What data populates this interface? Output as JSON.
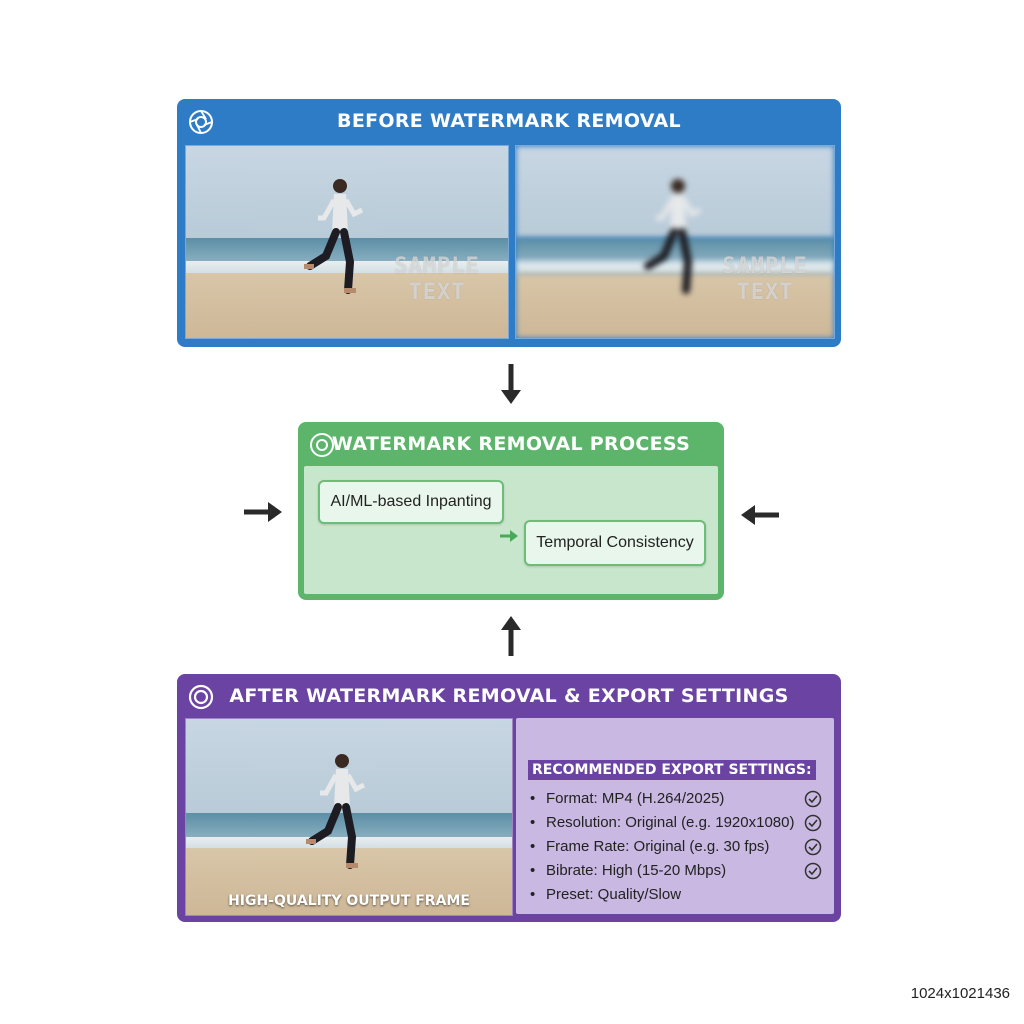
{
  "before_panel": {
    "title": "BEFORE WATERMARK REMOVAL",
    "watermark_line1": "SAMPLE",
    "watermark_line2": "TEXT"
  },
  "process_panel": {
    "title": "WATERMARK REMOVAL PROCESS",
    "step1": "AI/ML-based Inpanting",
    "step2": "Temporal Consistency"
  },
  "after_panel": {
    "title": "AFTER WATERMARK REMOVAL & EXPORT SETTINGS",
    "caption": "HIGH-QUALITY OUTPUT FRAME",
    "settings_title": "RECOMMENDED EXPORT SETTINGS:",
    "settings": [
      {
        "text": "Format: MP4 (H.264/2025)",
        "checked": true
      },
      {
        "text": "Resolution: Original (e.g. 1920x1080)",
        "checked": true
      },
      {
        "text": "Frame Rate: Original (e.g. 30 fps)",
        "checked": true
      },
      {
        "text": "Bibrate: High (15-20 Mbps)",
        "checked": true
      },
      {
        "text": "Preset: Quality/Slow",
        "checked": false
      }
    ]
  },
  "dimensions_label": "1024x1021436",
  "colors": {
    "before": "#2f7cc6",
    "process": "#5cb56a",
    "after": "#6a43a3"
  }
}
